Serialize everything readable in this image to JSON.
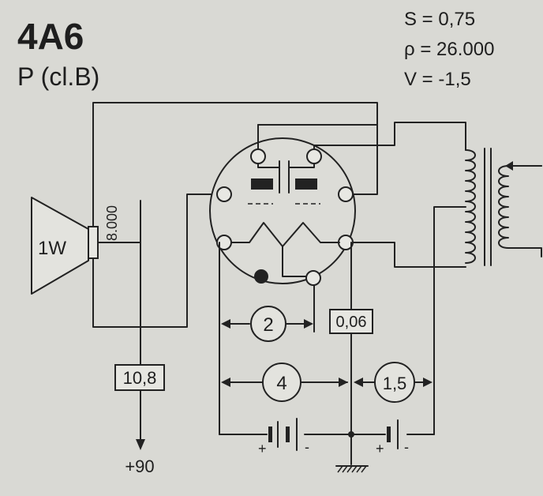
{
  "title": "4A6",
  "subtitle": "P (cl.B)",
  "params": {
    "s": "S = 0,75",
    "rho": "ρ = 26.000",
    "v": "V = -1,5"
  },
  "speaker": {
    "power": "1W",
    "impedance": "8.000"
  },
  "labels": {
    "current_2": "2",
    "current_4": "4",
    "current_1_5": "1,5",
    "heater": "0,06",
    "plate_current": "10,8",
    "supply": "+90",
    "bat1_plus": "+",
    "bat1_minus": "-",
    "bat2_plus": "+",
    "bat2_minus": "-"
  }
}
